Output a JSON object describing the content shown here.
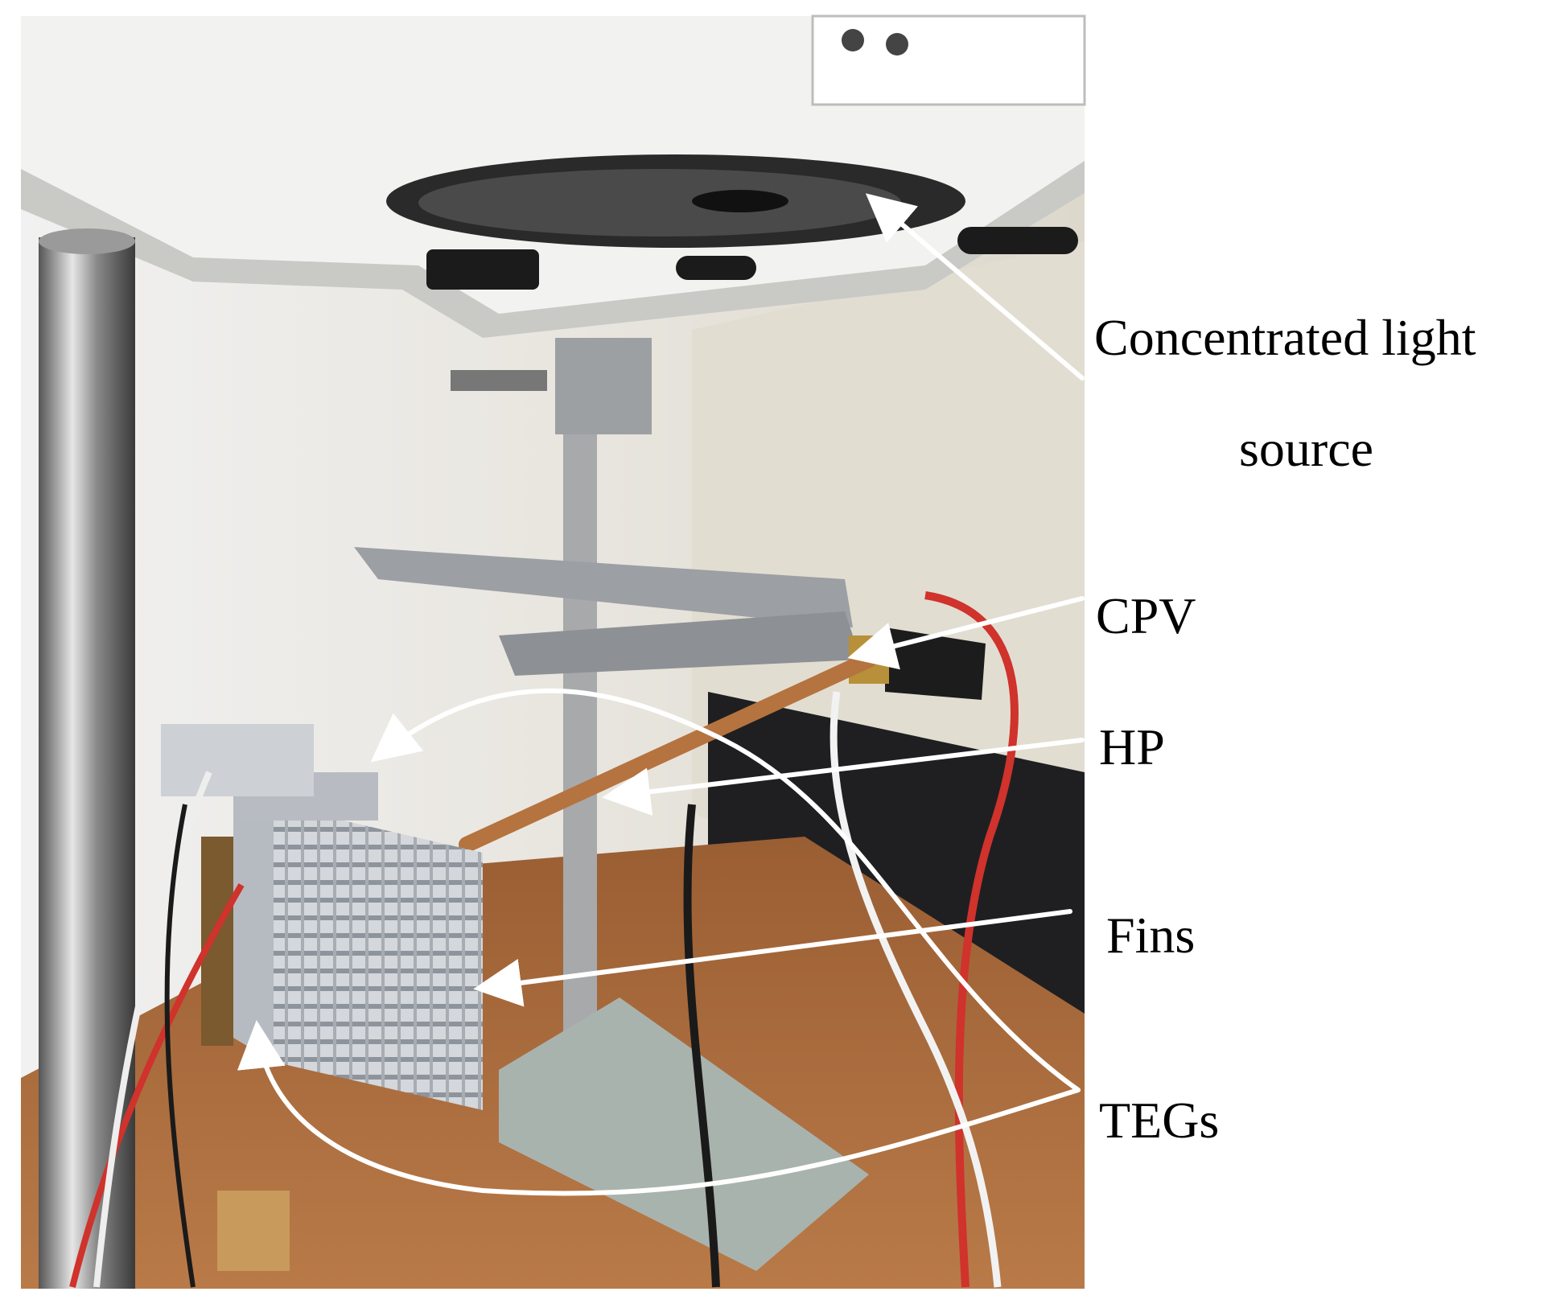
{
  "labels": {
    "light_source_line1": "Concentrated light",
    "light_source_line2": "source",
    "cpv": "CPV",
    "hp": "HP",
    "fins": "Fins",
    "tegs": "TEGs"
  },
  "colors": {
    "background": "#ffffff",
    "wall": "#e9e5dc",
    "ceiling_panel": "#f3f3f1",
    "table": "#a86a3e",
    "heat_pipe": "#b5733f",
    "fins": "#c9ccd0",
    "red_wire": "#d0322c",
    "arrow": "#ffffff"
  }
}
